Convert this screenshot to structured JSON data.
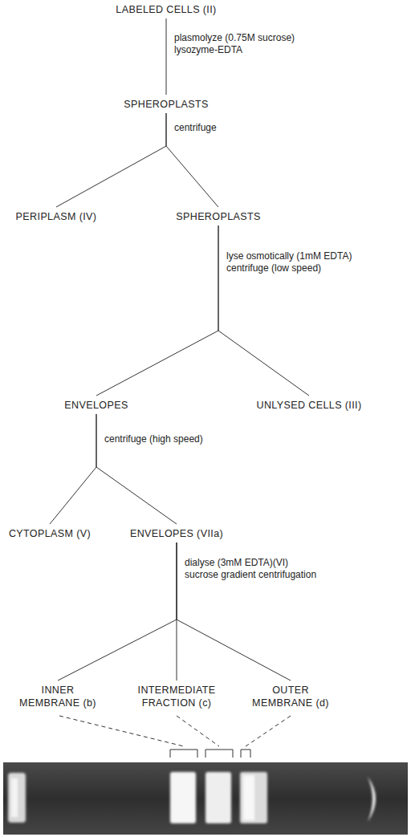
{
  "diagram": {
    "nodes": [
      {
        "text": [
          "LABELED CELLS (II)"
        ]
      },
      {
        "text": [
          "SPHEROPLASTS"
        ]
      },
      {
        "text": [
          "PERIPLASM (IV)"
        ]
      },
      {
        "text": [
          "SPHEROPLASTS"
        ]
      },
      {
        "text": [
          "ENVELOPES"
        ]
      },
      {
        "text": [
          "UNLYSED CELLS (III)"
        ]
      },
      {
        "text": [
          "CYTOPLASM (V)"
        ]
      },
      {
        "text": [
          "ENVELOPES (VIIa)"
        ]
      },
      {
        "text": [
          "INNER MEMBRANE (b)"
        ]
      },
      {
        "text": [
          "INTERMEDIATE FRACTION (c)"
        ]
      },
      {
        "text": [
          "OUTER MEMBRANE (d)"
        ]
      }
    ],
    "edges": [
      {
        "from": 0,
        "to": 1,
        "arrow": "none",
        "label": "plasmolyze (0.75M sucrose) lysozyme-EDTA"
      },
      {
        "from": 1,
        "to": 2,
        "arrow": "none"
      },
      {
        "from": 1,
        "to": 3,
        "arrow": "none",
        "label": "centrifuge"
      },
      {
        "from": 3,
        "to": 4,
        "arrow": "none"
      },
      {
        "from": 3,
        "to": 5,
        "arrow": "none",
        "label": "lyse osmotically (1mM EDTA) centrifuge (low speed)"
      },
      {
        "from": 4,
        "to": 6,
        "arrow": "none"
      },
      {
        "from": 4,
        "to": 7,
        "arrow": "none",
        "label": "centrifuge (high speed)"
      },
      {
        "from": 7,
        "to": 8,
        "arrow": "none"
      },
      {
        "from": 7,
        "to": 9,
        "arrow": "none"
      },
      {
        "from": 7,
        "to": 10,
        "arrow": "none",
        "label": "dialyse (3mM EDTA)(VI) sucrose gradient centrifugation"
      }
    ]
  }
}
